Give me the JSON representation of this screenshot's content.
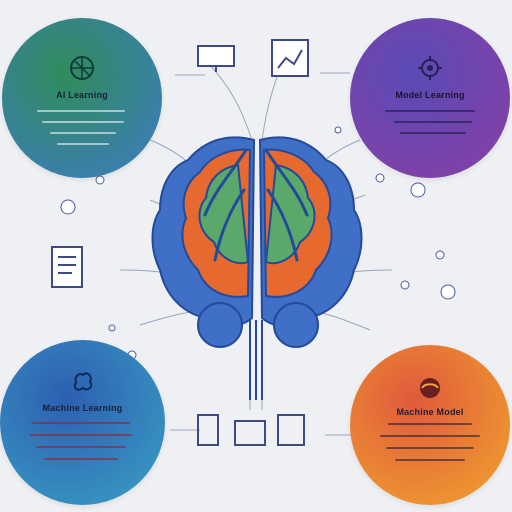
{
  "panels": {
    "top_left": {
      "title": "AI Learning",
      "icon": "globe-icon",
      "color_from": "#2f8c5a",
      "color_to": "#3e7bc6"
    },
    "top_right": {
      "title": "Model Learning",
      "icon": "gear-icon",
      "color_from": "#5a4bb6",
      "color_to": "#8a3ea3"
    },
    "bottom_left": {
      "title": "Machine Learning",
      "icon": "brain-icon",
      "color_from": "#2d5fb0",
      "color_to": "#3aa0c6"
    },
    "bottom_right": {
      "title": "Machine Model",
      "icon": "sphere-icon",
      "color_from": "#e05a3c",
      "color_to": "#f2a52e"
    }
  },
  "center": {
    "title": "",
    "icon": "brain-illustration-icon",
    "colors": {
      "blue": "#3f6fc6",
      "orange": "#e66a2f",
      "green": "#5aa86a"
    }
  },
  "accent_colors": {
    "wire": "#8f97b8"
  }
}
